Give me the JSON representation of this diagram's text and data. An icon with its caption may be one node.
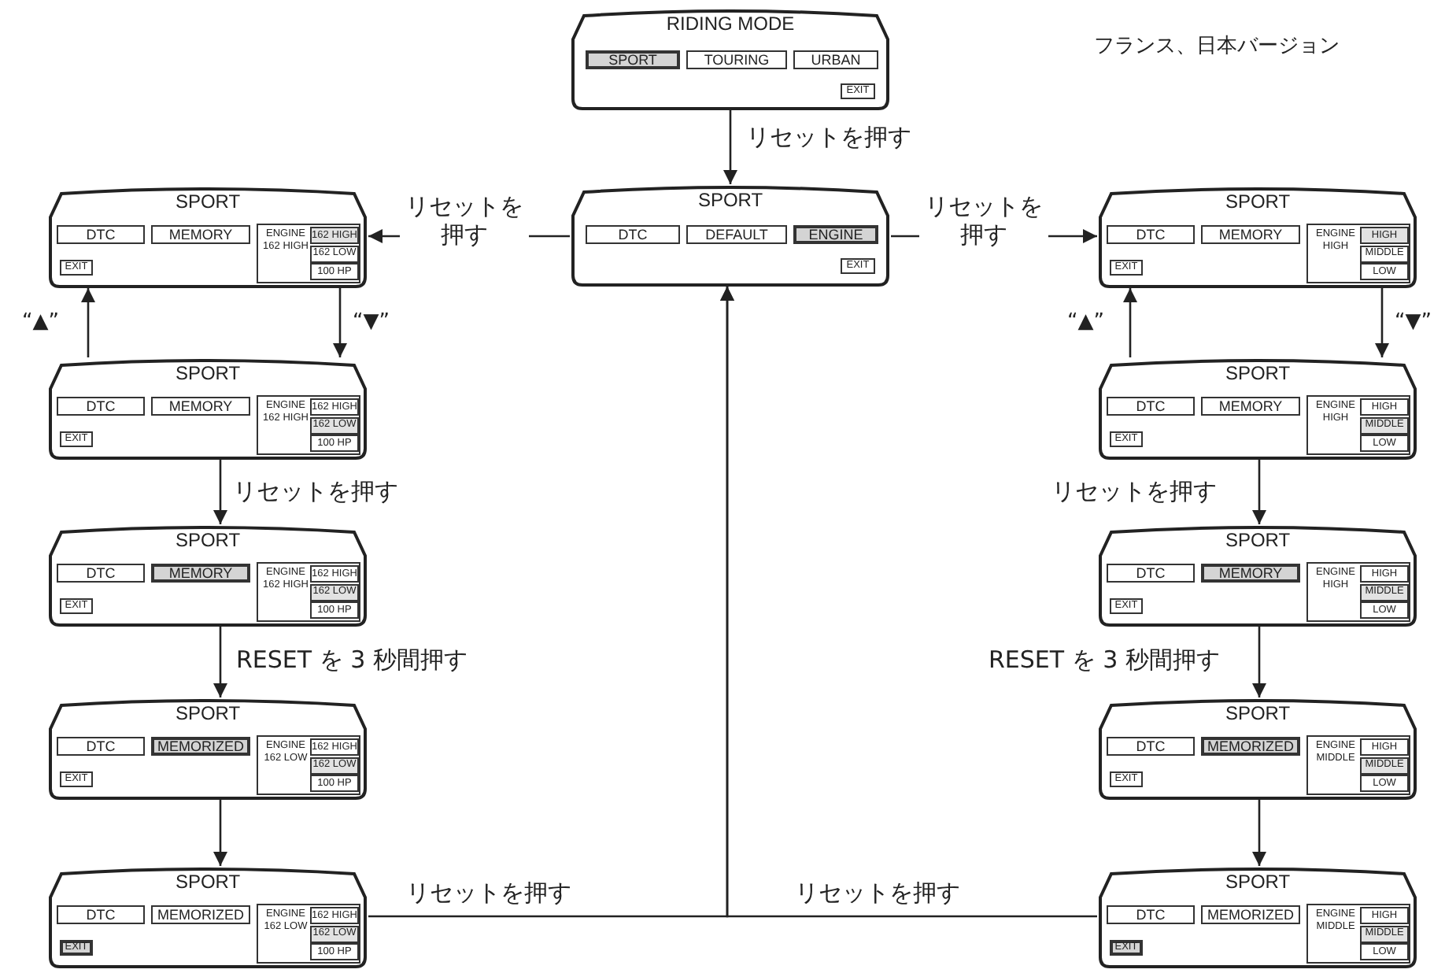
{
  "diagram": {
    "nodes": [
      {
        "text": [
          "RIDING MODE"
        ]
      },
      {
        "text": [
          "SPORT"
        ],
        "in": 0
      },
      {
        "text": [
          "TOURING"
        ],
        "in": 0
      },
      {
        "text": [
          "URBAN"
        ],
        "in": 0
      },
      {
        "text": [
          "EXIT"
        ],
        "in": 0
      },
      {
        "text": [
          "SPORT"
        ]
      },
      {
        "text": [
          "DTC"
        ],
        "in": 5
      },
      {
        "text": [
          "DEFAULT"
        ],
        "in": 5
      },
      {
        "text": [
          "ENGINE"
        ],
        "in": 5
      },
      {
        "text": [
          "EXIT"
        ],
        "in": 5
      },
      {
        "text": [
          "SPORT"
        ]
      },
      {
        "text": [
          "DTC"
        ],
        "in": 10
      },
      {
        "text": [
          "MEMORY"
        ],
        "in": 10
      },
      {
        "text": [
          "ENGINE 162 HIGH"
        ],
        "in": 10
      },
      {
        "text": [
          "162 HIGH"
        ],
        "in": 13
      },
      {
        "text": [
          "162 LOW"
        ],
        "in": 13
      },
      {
        "text": [
          "100 HP"
        ],
        "in": 13
      },
      {
        "text": [
          "EXIT"
        ],
        "in": 10
      },
      {
        "text": [
          "SPORT"
        ]
      },
      {
        "text": [
          "DTC"
        ],
        "in": 18
      },
      {
        "text": [
          "MEMORY"
        ],
        "in": 18
      },
      {
        "text": [
          "ENGINE HIGH"
        ],
        "in": 18
      },
      {
        "text": [
          "HIGH"
        ],
        "in": 21
      },
      {
        "text": [
          "MIDDLE"
        ],
        "in": 21
      },
      {
        "text": [
          "LOW"
        ],
        "in": 21
      },
      {
        "text": [
          "EXIT"
        ],
        "in": 18
      },
      {
        "text": [
          "SPORT"
        ]
      },
      {
        "text": [
          "DTC"
        ],
        "in": 26
      },
      {
        "text": [
          "MEMORY"
        ],
        "in": 26
      },
      {
        "text": [
          "ENGINE 162 HIGH"
        ],
        "in": 26
      },
      {
        "text": [
          "162 HIGH"
        ],
        "in": 29
      },
      {
        "text": [
          "162 LOW"
        ],
        "in": 29
      },
      {
        "text": [
          "100 HP"
        ],
        "in": 29
      },
      {
        "text": [
          "EXIT"
        ],
        "in": 26
      },
      {
        "text": [
          "SPORT"
        ]
      },
      {
        "text": [
          "DTC"
        ],
        "in": 34
      },
      {
        "text": [
          "MEMORY"
        ],
        "in": 34
      },
      {
        "text": [
          "ENGINE HIGH"
        ],
        "in": 34
      },
      {
        "text": [
          "HIGH"
        ],
        "in": 37
      },
      {
        "text": [
          "MIDDLE"
        ],
        "in": 37
      },
      {
        "text": [
          "LOW"
        ],
        "in": 37
      },
      {
        "text": [
          "EXIT"
        ],
        "in": 34
      },
      {
        "text": [
          "SPORT"
        ]
      },
      {
        "text": [
          "DTC"
        ],
        "in": 42
      },
      {
        "text": [
          "MEMORY"
        ],
        "in": 42
      },
      {
        "text": [
          "ENGINE 162 HIGH"
        ],
        "in": 42
      },
      {
        "text": [
          "162 HIGH"
        ],
        "in": 45
      },
      {
        "text": [
          "162 LOW"
        ],
        "in": 45
      },
      {
        "text": [
          "100 HP"
        ],
        "in": 45
      },
      {
        "text": [
          "EXIT"
        ],
        "in": 42
      },
      {
        "text": [
          "SPORT"
        ]
      },
      {
        "text": [
          "DTC"
        ],
        "in": 50
      },
      {
        "text": [
          "MEMORY"
        ],
        "in": 50
      },
      {
        "text": [
          "ENGINE HIGH"
        ],
        "in": 50
      },
      {
        "text": [
          "HIGH"
        ],
        "in": 53
      },
      {
        "text": [
          "MIDDLE"
        ],
        "in": 53
      },
      {
        "text": [
          "LOW"
        ],
        "in": 53
      },
      {
        "text": [
          "EXIT"
        ],
        "in": 50
      },
      {
        "text": [
          "SPORT"
        ]
      },
      {
        "text": [
          "DTC"
        ],
        "in": 58
      },
      {
        "text": [
          "MEMORIZED"
        ],
        "in": 58
      },
      {
        "text": [
          "ENGINE 162 LOW"
        ],
        "in": 58
      },
      {
        "text": [
          "162 HIGH"
        ],
        "in": 61
      },
      {
        "text": [
          "162 LOW"
        ],
        "in": 61
      },
      {
        "text": [
          "100 HP"
        ],
        "in": 61
      },
      {
        "text": [
          "EXIT"
        ],
        "in": 58
      },
      {
        "text": [
          "SPORT"
        ]
      },
      {
        "text": [
          "DTC"
        ],
        "in": 66
      },
      {
        "text": [
          "MEMORIZED"
        ],
        "in": 66
      },
      {
        "text": [
          "ENGINE MIDDLE"
        ],
        "in": 66
      },
      {
        "text": [
          "HIGH"
        ],
        "in": 69
      },
      {
        "text": [
          "MIDDLE"
        ],
        "in": 69
      },
      {
        "text": [
          "LOW"
        ],
        "in": 69
      },
      {
        "text": [
          "EXIT"
        ],
        "in": 66
      },
      {
        "text": [
          "SPORT"
        ]
      },
      {
        "text": [
          "DTC"
        ],
        "in": 74
      },
      {
        "text": [
          "MEMORIZED"
        ],
        "in": 74
      },
      {
        "text": [
          "ENGINE 162 LOW"
        ],
        "in": 74
      },
      {
        "text": [
          "162 HIGH"
        ],
        "in": 77
      },
      {
        "text": [
          "162 LOW"
        ],
        "in": 77
      },
      {
        "text": [
          "100 HP"
        ],
        "in": 77
      },
      {
        "text": [
          "EXIT"
        ],
        "in": 74
      },
      {
        "text": [
          "SPORT"
        ]
      },
      {
        "text": [
          "DTC"
        ],
        "in": 82
      },
      {
        "text": [
          "MEMORIZED"
        ],
        "in": 82
      },
      {
        "text": [
          "ENGINE MIDDLE"
        ],
        "in": 82
      },
      {
        "text": [
          "HIGH"
        ],
        "in": 85
      },
      {
        "text": [
          "MIDDLE"
        ],
        "in": 85
      },
      {
        "text": [
          "LOW"
        ],
        "in": 85
      },
      {
        "text": [
          "EXIT"
        ],
        "in": 82
      }
    ],
    "edges": [
      {
        "from": 0,
        "to": 5,
        "arrow": "to",
        "label": "リセットを押す"
      },
      {
        "from": 5,
        "to": 10,
        "arrow": "to",
        "label": "リセットを押す"
      },
      {
        "from": 5,
        "to": 18,
        "arrow": "to",
        "label": "リセットを押す"
      },
      {
        "from": 10,
        "to": 26,
        "arrow": "to",
        "label": "“▼”"
      },
      {
        "from": 26,
        "to": 10,
        "arrow": "to",
        "label": "“▲”"
      },
      {
        "from": 18,
        "to": 34,
        "arrow": "to",
        "label": "“▼”"
      },
      {
        "from": 34,
        "to": 18,
        "arrow": "to",
        "label": "“▲”"
      },
      {
        "from": 26,
        "to": 42,
        "arrow": "to",
        "label": "リセットを押す"
      },
      {
        "from": 34,
        "to": 50,
        "arrow": "to",
        "label": "リセットを押す"
      },
      {
        "from": 42,
        "to": 58,
        "arrow": "to",
        "label": "RESET を 3 秒間押す"
      },
      {
        "from": 50,
        "to": 66,
        "arrow": "to",
        "label": "RESET を 3 秒間押す"
      },
      {
        "from": 58,
        "to": 74,
        "arrow": "to"
      },
      {
        "from": 66,
        "to": 82,
        "arrow": "to"
      },
      {
        "from": 74,
        "to": 5,
        "arrow": "to",
        "label": "リセットを押す"
      },
      {
        "from": 82,
        "to": 5,
        "arrow": "to",
        "label": "リセットを押す"
      }
    ],
    "labels": [
      "フランス、日本バージョン"
    ]
  }
}
